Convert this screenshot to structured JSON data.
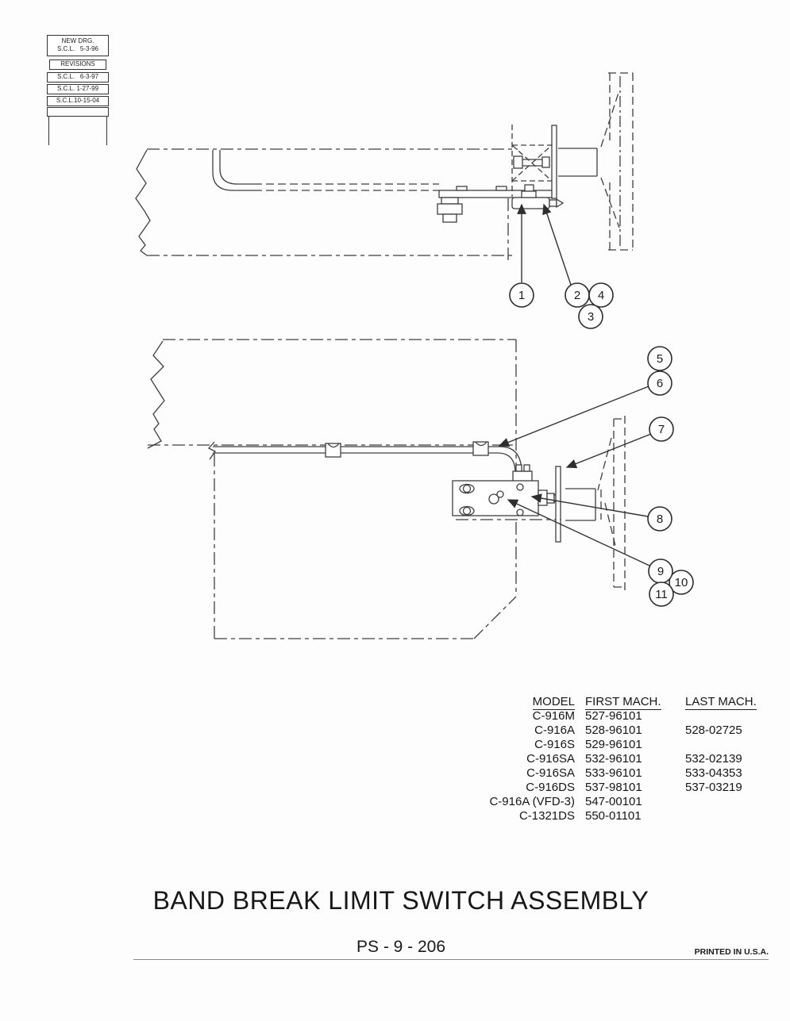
{
  "revision_block": {
    "new_drg_line1": "NEW DRG.",
    "new_drg_line2": "S.C.L.   5-3-96",
    "revisions_label": "REVISIONS",
    "entries": [
      "S.C.L.   6-3-97",
      "S.C.L. 1-27-99",
      "S.C.L.10-15-04"
    ]
  },
  "diagram": {
    "callouts": [
      "1",
      "2",
      "3",
      "4",
      "5",
      "6",
      "7",
      "8",
      "9",
      "10",
      "11"
    ]
  },
  "model_table": {
    "headers": [
      "MODEL",
      "FIRST MACH.",
      "LAST MACH."
    ],
    "rows": [
      [
        "C-916M",
        "527-96101",
        ""
      ],
      [
        "C-916A",
        "528-96101",
        "528-02725"
      ],
      [
        "C-916S",
        "529-96101",
        ""
      ],
      [
        "C-916SA",
        "532-96101",
        "532-02139"
      ],
      [
        "C-916SA",
        "533-96101",
        "533-04353"
      ],
      [
        "C-916DS",
        "537-98101",
        "537-03219"
      ],
      [
        "C-916A (VFD-3)",
        "547-00101",
        ""
      ],
      [
        "C-1321DS",
        "550-01101",
        ""
      ]
    ]
  },
  "footer": {
    "title": "BAND BREAK LIMIT SWITCH ASSEMBLY",
    "doc_number": "PS - 9 - 206",
    "printed": "PRINTED IN U.S.A."
  }
}
